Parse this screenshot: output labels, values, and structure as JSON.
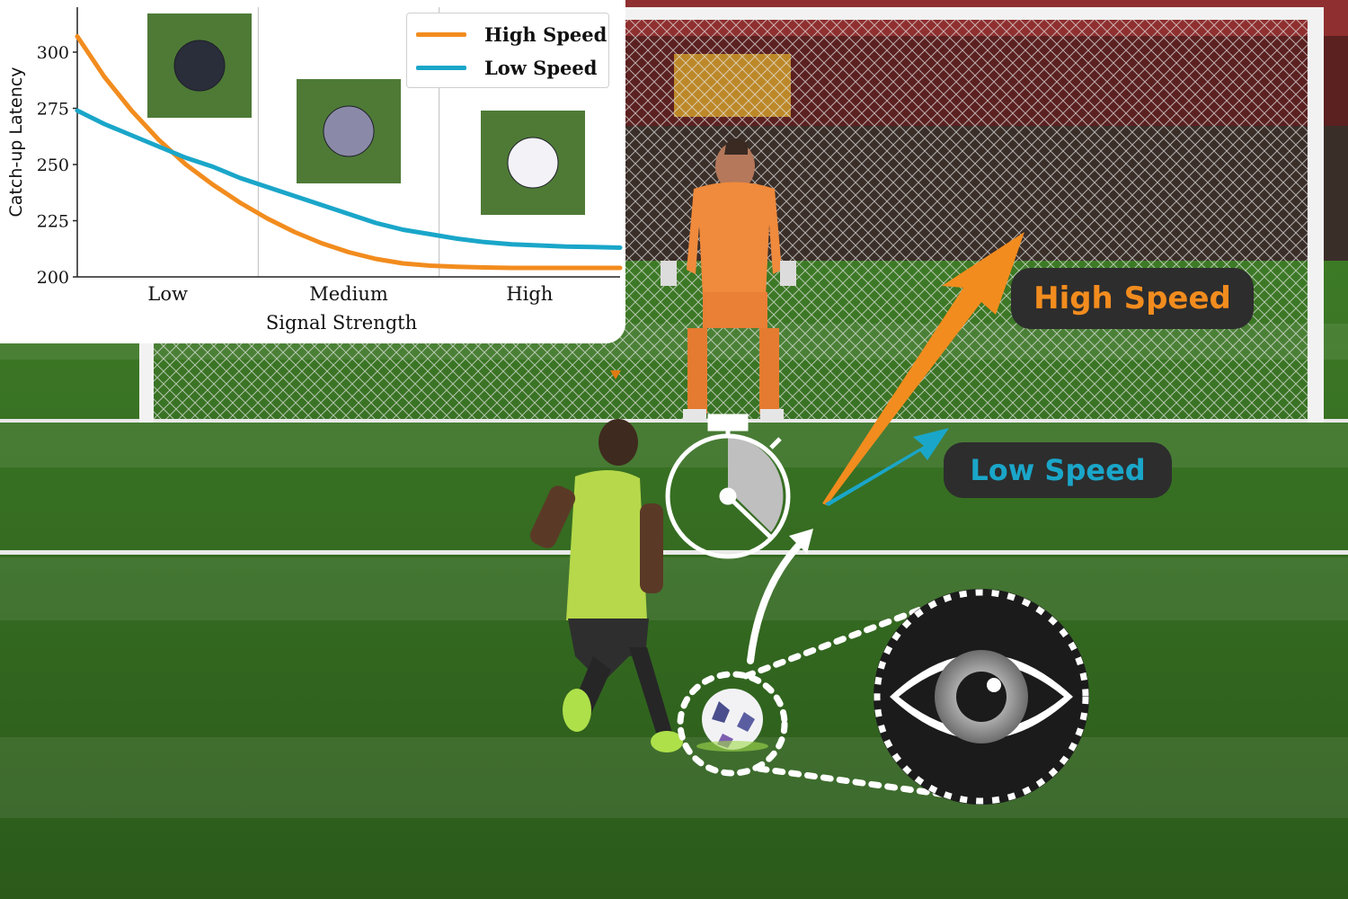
{
  "legend": {
    "high_label": "High Speed",
    "low_label": "Low Speed",
    "high_color": "#f28c1e",
    "low_color": "#1aa6c9"
  },
  "callouts": {
    "high_speed": "High Speed",
    "low_speed": "Low Speed"
  },
  "chart_data": {
    "type": "line",
    "xlabel": "Signal Strength",
    "ylabel": "Catch-up Latency",
    "categories": [
      "Low",
      "Medium",
      "High"
    ],
    "xlim": [
      0,
      1
    ],
    "ylim": [
      200,
      320
    ],
    "yticks": [
      200,
      225,
      250,
      275,
      300
    ],
    "grid": true,
    "legend_position": "top-right",
    "series": [
      {
        "name": "High Speed",
        "color": "#f28c1e",
        "x": [
          0.0,
          0.05,
          0.1,
          0.15,
          0.2,
          0.25,
          0.3,
          0.35,
          0.4,
          0.45,
          0.5,
          0.55,
          0.6,
          0.65,
          0.7,
          0.75,
          0.8,
          0.85,
          0.9,
          0.95,
          1.0
        ],
        "y": [
          307,
          289,
          274,
          261,
          250,
          241,
          233,
          226,
          220,
          215,
          211,
          208,
          206,
          205,
          204.5,
          204.2,
          204,
          204,
          204,
          204,
          204
        ]
      },
      {
        "name": "Low Speed",
        "color": "#1aa6c9",
        "x": [
          0.0,
          0.05,
          0.1,
          0.15,
          0.2,
          0.25,
          0.3,
          0.35,
          0.4,
          0.45,
          0.5,
          0.55,
          0.6,
          0.65,
          0.7,
          0.75,
          0.8,
          0.85,
          0.9,
          0.95,
          1.0
        ],
        "y": [
          274,
          268,
          263,
          258,
          253,
          249,
          244,
          240,
          236,
          232,
          228,
          224,
          221,
          219,
          217,
          215.5,
          214.5,
          214,
          213.5,
          213.3,
          213
        ]
      }
    ]
  }
}
